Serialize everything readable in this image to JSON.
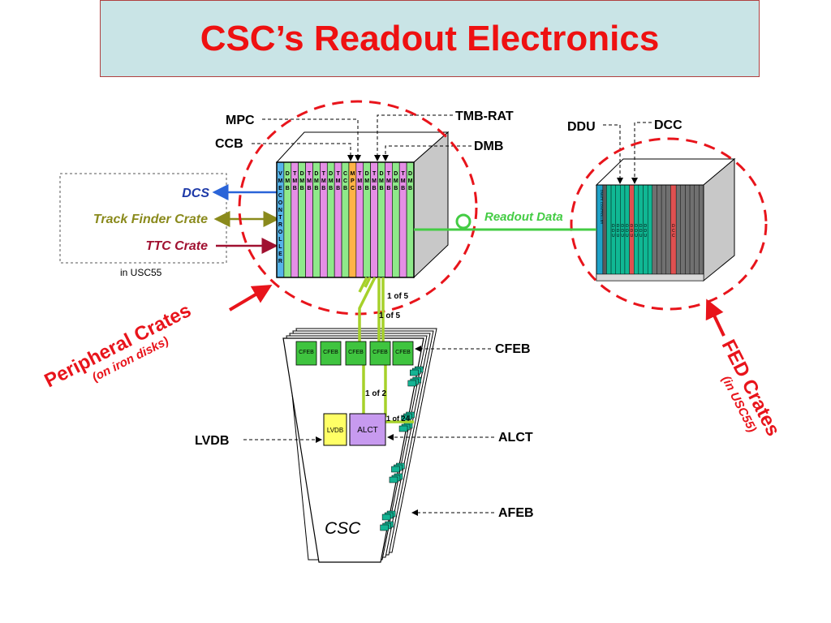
{
  "title": "CSC’s Readout Electronics",
  "peripheral_crate": {
    "labels": {
      "mpc": "MPC",
      "ccb": "CCB",
      "tmb_rat": "TMB-RAT",
      "dmb": "DMB"
    },
    "slots": [
      {
        "label": "VME CONTROLLER",
        "color": "#56b4e9"
      },
      {
        "label": "DMB",
        "color": "#8fe98a"
      },
      {
        "label": "TMB",
        "color": "#e58fe6"
      },
      {
        "label": "DMB",
        "color": "#8fe98a"
      },
      {
        "label": "TMB",
        "color": "#e58fe6"
      },
      {
        "label": "DMB",
        "color": "#8fe98a"
      },
      {
        "label": "TMB",
        "color": "#e58fe6"
      },
      {
        "label": "DMB",
        "color": "#8fe98a"
      },
      {
        "label": "TMB",
        "color": "#e58fe6"
      },
      {
        "label": "CCB",
        "color": "#8fe98a"
      },
      {
        "label": "MPC",
        "color": "#ffb347"
      },
      {
        "label": "TMB",
        "color": "#e58fe6"
      },
      {
        "label": "DMB",
        "color": "#8fe98a"
      },
      {
        "label": "TMB",
        "color": "#e58fe6"
      },
      {
        "label": "DMB",
        "color": "#8fe98a"
      },
      {
        "label": "TMB",
        "color": "#e58fe6"
      },
      {
        "label": "DMB",
        "color": "#8fe98a"
      },
      {
        "label": "TMB",
        "color": "#e58fe6"
      },
      {
        "label": "DMB",
        "color": "#8fe98a"
      }
    ],
    "caption": "Peripheral Crates",
    "sub_caption": "(on iron disks)"
  },
  "outputs": {
    "dcs": "DCS",
    "track_finder": "Track Finder Crate",
    "ttc": "TTC Crate",
    "location": "in USC55"
  },
  "fed_crate": {
    "labels": {
      "ddu": "DDU",
      "dcc": "DCC"
    },
    "controller": "DMATE CONTROLLER",
    "ddu_slot": "DDU",
    "dcc_slot": "DCC",
    "caption": "FED Crates",
    "sub_caption": "(in USC55)"
  },
  "links": {
    "readout_data": "Readout Data",
    "one_of_5_a": "1 of 5",
    "one_of_5_b": "1 of 5",
    "one_of_2": "1 of 2",
    "one_of_24": "1 of 24"
  },
  "csc": {
    "label": "CSC",
    "cfeb": "CFEB",
    "alct": "ALCT",
    "lvdb": "LVDB",
    "callouts": {
      "cfeb": "CFEB",
      "alct": "ALCT",
      "afeb": "AFEB",
      "lvdb": "LVDB"
    }
  },
  "colors": {
    "title": "#ee1111",
    "dashed_circle": "#e8141b",
    "readout_link": "#44cc44",
    "optical_link": "#a6d12a",
    "dcs_arrow": "#2a64d8",
    "track_finder_arrow": "#8a8a1c",
    "ttc_arrow": "#a01030"
  }
}
